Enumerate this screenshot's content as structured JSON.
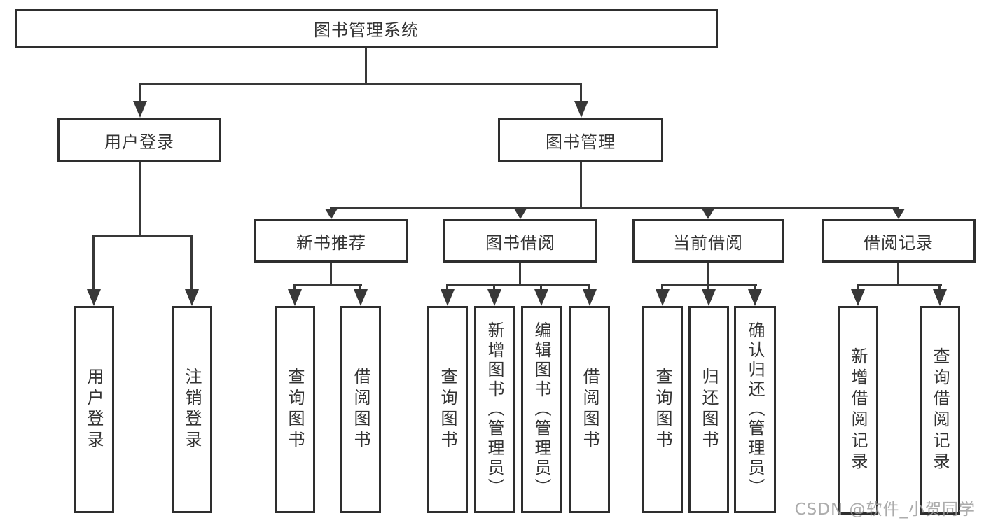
{
  "nodes": {
    "root": "图书管理系统",
    "l2": [
      "用户登录",
      "图书管理"
    ],
    "l3": [
      "新书推荐",
      "图书借阅",
      "当前借阅",
      "借阅记录"
    ],
    "leaves_user": [
      "用户登录",
      "注销登录"
    ],
    "leaves_recommend": [
      "查询图书",
      "借阅图书"
    ],
    "leaves_borrow": [
      "查询图书",
      "新增图书（管理员）",
      "编辑图书（管理员）",
      "借阅图书"
    ],
    "leaves_current": [
      "查询图书",
      "归还图书",
      "确认归还（管理员）"
    ],
    "leaves_records": [
      "新增借阅记录",
      "查询借阅记录"
    ]
  },
  "watermark": "CSDN @软件_小贺同学",
  "colors": {
    "line": "#383838",
    "box_border": "#2e2e2e",
    "text": "#333333",
    "watermark": "#9e9e9e",
    "background": "#ffffff"
  }
}
